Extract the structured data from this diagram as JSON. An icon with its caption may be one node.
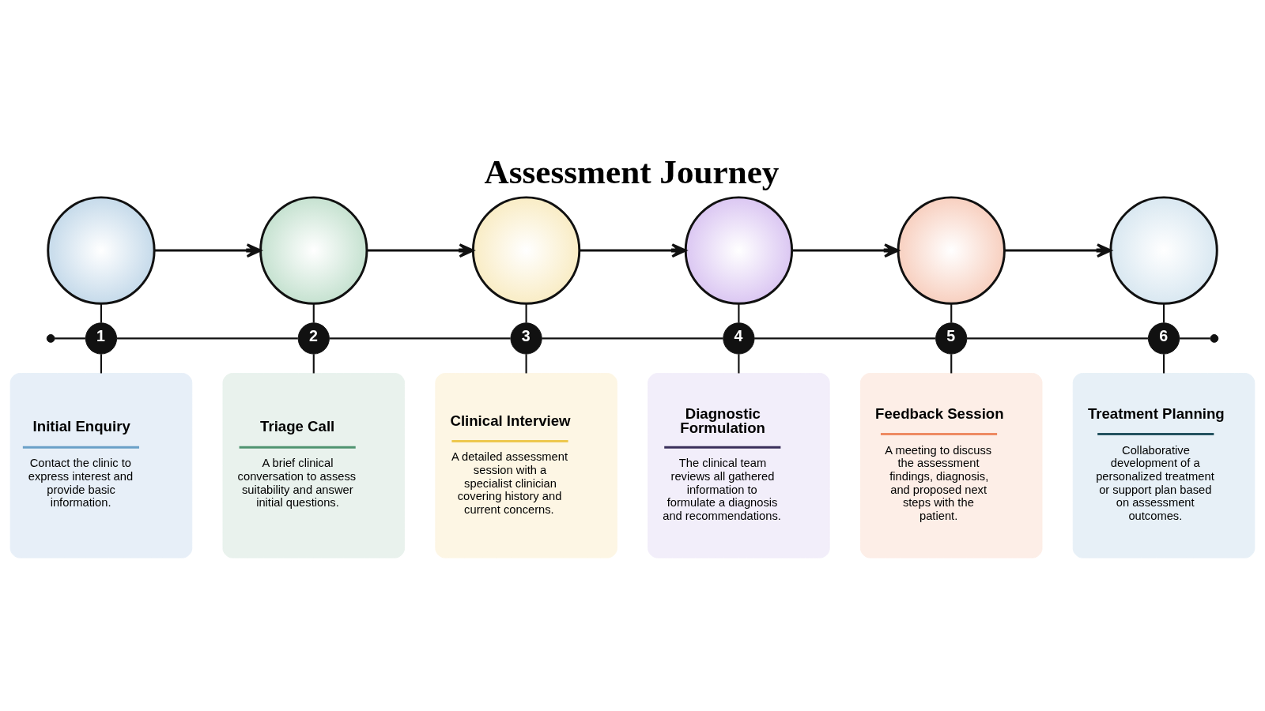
{
  "diagram": {
    "title": "Assessment Journey",
    "nodes": [
      {
        "text": [],
        "shape": "circle"
      },
      {
        "text": [],
        "shape": "circle"
      },
      {
        "text": [],
        "shape": "circle"
      },
      {
        "text": [],
        "shape": "circle"
      },
      {
        "text": [],
        "shape": "circle"
      },
      {
        "text": [],
        "shape": "circle"
      },
      {
        "text": [],
        "shape": "circle"
      },
      {
        "text": [
          "1"
        ]
      },
      {
        "text": [
          "2"
        ]
      },
      {
        "text": [
          "3"
        ]
      },
      {
        "text": [
          "4"
        ]
      },
      {
        "text": [
          "5"
        ]
      },
      {
        "text": [
          "6"
        ]
      },
      {
        "text": [],
        "shape": "circle"
      },
      {
        "text": [
          "Initial Enquiry",
          "Contact the clinic to express interest and provide basic information."
        ]
      },
      {
        "text": [
          "Triage Call",
          "A brief clinical conversation to assess suitability and answer initial questions."
        ]
      },
      {
        "text": [
          "Clinical Interview",
          "A detailed assessment session with a specialist clinician covering history and current concerns."
        ]
      },
      {
        "text": [
          "Diagnostic Formulation",
          "The clinical team reviews all gathered information to formulate a diagnosis and recommendations."
        ]
      },
      {
        "text": [
          "Feedback Session",
          "A meeting to discuss the assessment findings, diagnosis, and proposed next steps with the patient."
        ]
      },
      {
        "text": [
          "Treatment Planning",
          "Collaborative development of a personalized treatment or support plan based on assessment outcomes."
        ]
      }
    ],
    "edges": [
      {
        "from": 0,
        "to": 1,
        "arrow": "to"
      },
      {
        "from": 1,
        "to": 2,
        "arrow": "to"
      },
      {
        "from": 2,
        "to": 3,
        "arrow": "to"
      },
      {
        "from": 3,
        "to": 4,
        "arrow": "to"
      },
      {
        "from": 4,
        "to": 5,
        "arrow": "to"
      },
      {
        "from": 0,
        "to": 7,
        "arrow": "none"
      },
      {
        "from": 1,
        "to": 8,
        "arrow": "none"
      },
      {
        "from": 2,
        "to": 9,
        "arrow": "none"
      },
      {
        "from": 3,
        "to": 10,
        "arrow": "none"
      },
      {
        "from": 4,
        "to": 11,
        "arrow": "none"
      },
      {
        "from": 5,
        "to": 12,
        "arrow": "none"
      },
      {
        "from": 6,
        "to": 7,
        "arrow": "none"
      },
      {
        "from": 7,
        "to": 8,
        "arrow": "none"
      },
      {
        "from": 8,
        "to": 9,
        "arrow": "none"
      },
      {
        "from": 9,
        "to": 10,
        "arrow": "none"
      },
      {
        "from": 10,
        "to": 11,
        "arrow": "none"
      },
      {
        "from": 11,
        "to": 12,
        "arrow": "none"
      },
      {
        "from": 12,
        "to": 13,
        "arrow": "none"
      },
      {
        "from": 7,
        "to": 14,
        "arrow": "none"
      },
      {
        "from": 8,
        "to": 15,
        "arrow": "none"
      },
      {
        "from": 9,
        "to": 16,
        "arrow": "none"
      },
      {
        "from": 10,
        "to": 17,
        "arrow": "none"
      },
      {
        "from": 11,
        "to": 18,
        "arrow": "none"
      },
      {
        "from": 12,
        "to": 19,
        "arrow": "none"
      }
    ]
  }
}
